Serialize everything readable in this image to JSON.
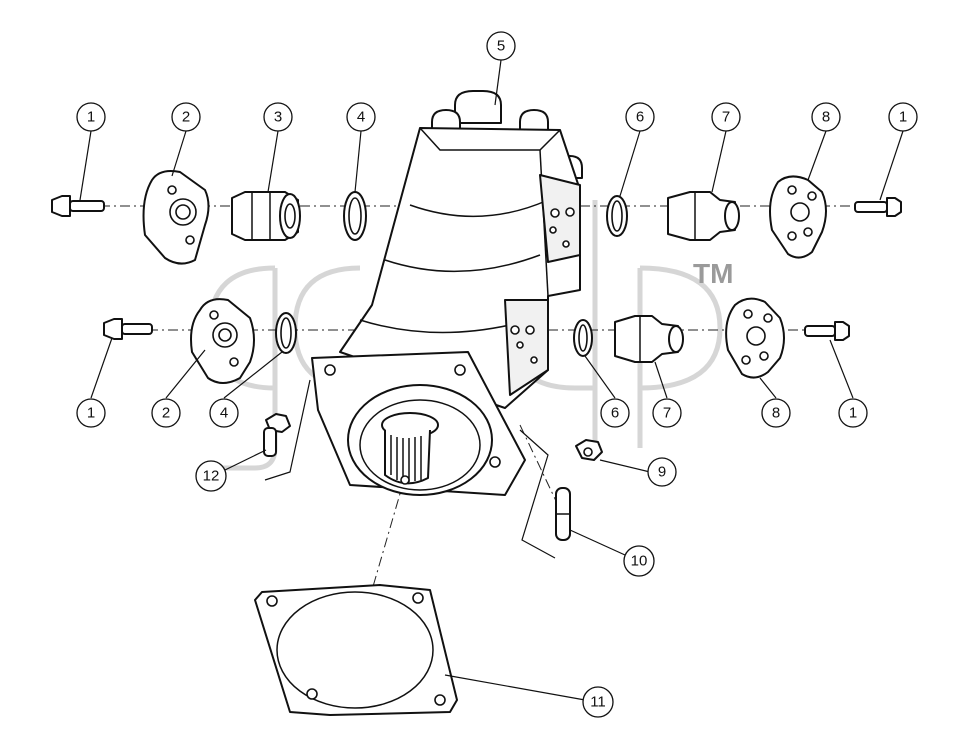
{
  "callouts": [
    {
      "id": "c1",
      "number": "1"
    },
    {
      "id": "c2",
      "number": "2"
    },
    {
      "id": "c3",
      "number": "3"
    },
    {
      "id": "c4",
      "number": "4"
    },
    {
      "id": "c5",
      "number": "5"
    },
    {
      "id": "c6",
      "number": "6"
    },
    {
      "id": "c7",
      "number": "7"
    },
    {
      "id": "c8",
      "number": "8"
    },
    {
      "id": "c9",
      "number": "9"
    },
    {
      "id": "c10",
      "number": "10"
    },
    {
      "id": "c11",
      "number": "11"
    },
    {
      "id": "c12",
      "number": "12"
    }
  ],
  "watermark": {
    "trademark": "TM"
  }
}
